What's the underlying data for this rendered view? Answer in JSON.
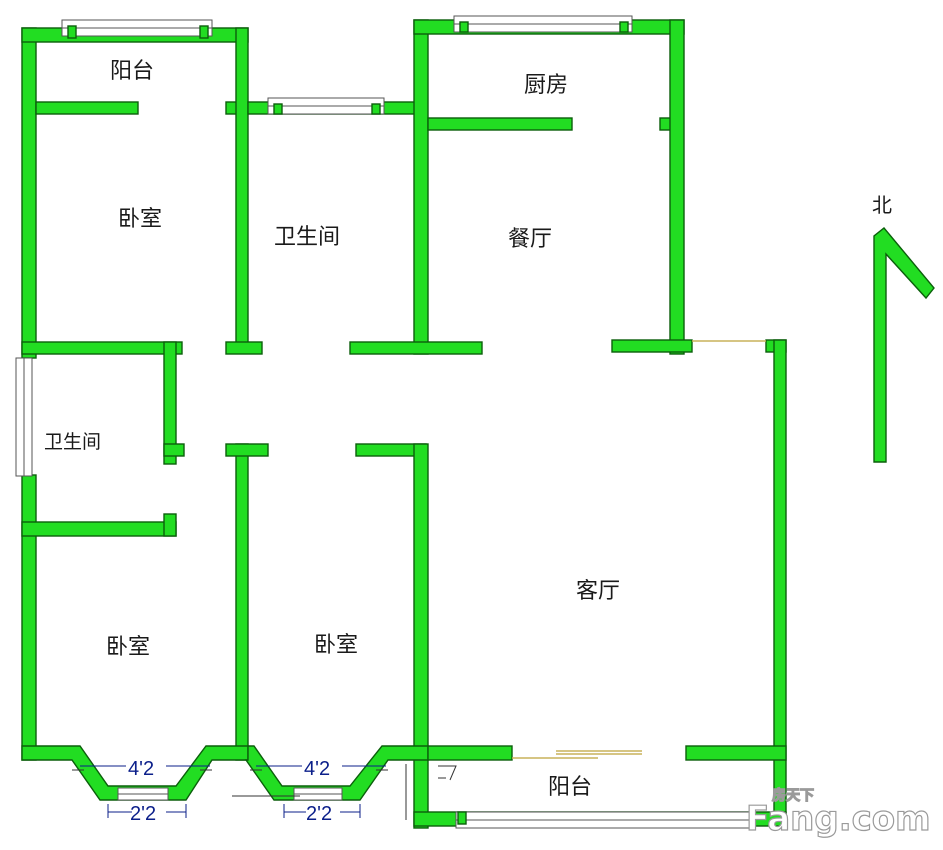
{
  "rooms": {
    "balcony_nw": "阳台",
    "bedroom_nw": "卧室",
    "bathroom_center": "卫生间",
    "kitchen": "厨房",
    "dining": "餐厅",
    "bathroom_west": "卫生间",
    "living": "客厅",
    "bedroom_sw": "卧室",
    "bedroom_s": "卧室",
    "balcony_s": "阳台"
  },
  "compass": {
    "label": "北"
  },
  "dimensions": {
    "bay1_outer": "4'2",
    "bay1_inner": "2'2",
    "bay2_outer": "4'2",
    "bay2_inner": "2'2"
  },
  "watermark": {
    "brand_small": "房天下",
    "brand_large": "Fang.com"
  },
  "colors": {
    "wall": "#22dd22",
    "wall_edge": "#0b5f0b",
    "door": "#c8b25a"
  }
}
